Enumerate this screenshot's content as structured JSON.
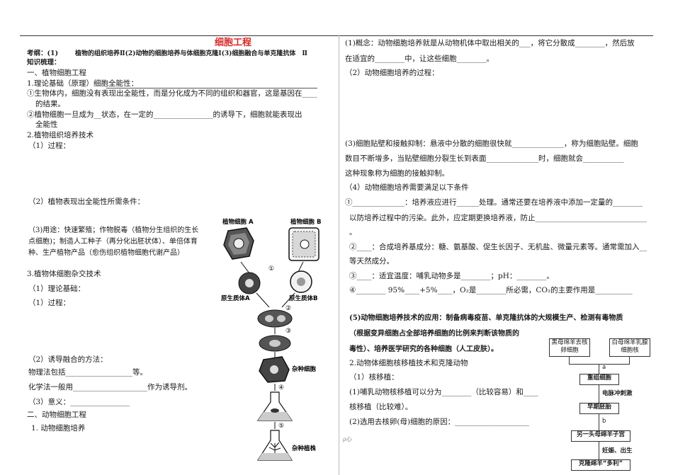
{
  "title": "细胞工程",
  "header": {
    "exam_label": "考纲：(1)",
    "exam_text": "植物的组织培养Ⅱ(2)动物的细胞培养与体细胞克隆Ⅰ(3)细胞融合与单克隆抗体　Ⅱ",
    "sort_label": "知识梳理："
  },
  "left": {
    "sec1": "一、植物细胞工程",
    "s1_1": "1.理论基础（原理）细胞全能性：",
    "s1_1a": "①生物体内，细胞没有表现出全能性，而是分化成为不同的组织和器官，这是基因在____",
    "s1_1a2": "的结果。",
    "s1_1b": "②植物细胞一旦成为__状态，在一定的________________的诱导下，细胞就能表现出",
    "s1_1b2": "全能性",
    "s1_2": "2.植物组织培养技术",
    "s1_2_1": "（1）过程：",
    "s1_2_2": "（2）植物表现出全能性所需条件：",
    "s1_2_3a": "（3)用途：快速繁殖；作物脱毒（植物分生组织的生长",
    "s1_2_3b": "点细胞)；制造人工种子（再分化出胚状体）、单倍体育",
    "s1_2_3c": "种、生产植物产品（愈伤组织植物细胞代谢产品）",
    "s1_3": "3.植物体细胞杂交技术",
    "s1_3_1": "（1）理论基础：",
    "s1_3_1b": "（1）过程：",
    "s1_3_2": "（2）诱导融合的方法：",
    "s1_3_2a": "物理法包括__________________等。",
    "s1_3_2b": "化学法一般用____________________作为诱导剂。",
    "s1_3_3": "（3）意义：________________",
    "sec2": "二、动物细胞工程",
    "s2_1": "1. 动物细胞培养"
  },
  "hybrid_diagram": {
    "cell_a": "植物细胞 A",
    "cell_b": "植物细胞 B",
    "step1": "①",
    "proto_a": "原生质体A",
    "proto_b": "原生质体B",
    "step2": "②",
    "step3": "③",
    "hybrid_cell": "杂种细胞",
    "step4": "④",
    "step5": "⑤",
    "hybrid_plant": "杂种植株"
  },
  "right": {
    "r1": "(1)概念：动物细胞培养就是从动物机体中取出相关的___，将它分散成________，然后放",
    "r1b": "在适宜的________中，让这些细胞________。",
    "r2": "（2）动物细胞培养的过程：",
    "r3": "(3)细胞贴壁和接触抑制：悬液中分散的细胞很快就______________，称为细胞贴壁。细胞",
    "r3b": "数目不断增多，当贴壁细胞分裂生长到表面______________时，细胞就会___________",
    "r3c": "这种现象称为细胞的接触抑制。",
    "r4": "（4）动物细胞培养需要满足以下条件",
    "r4_1": "①______________：培养液应进行______处理。通常还要在培养液中添加一定量的________",
    "r4_1b": "以防培养过程中的污染。此外，应定期更换培养液，防止______________________________",
    "r4_1c": "。",
    "r4_2": "②____：合成培养基成分：糖、氨基酸、促生长因子、无机盐、微量元素等。通常需加入__",
    "r4_2b": "等天然成分。",
    "r4_3": "③____：适宜温度：哺乳动物多是________；pH：________。",
    "r4_4": "④________ 95%____+5%____，O₂是________所必需，CO₂的主要作用是__________",
    "r5a": "(5)动物细胞培养技术的应用：制备病毒疫苗、单克隆抗体的大规模生产、检测有毒物质",
    "r5b": "（根据变异细胞占全部培养细胞的比例来判断该物质的",
    "r5c": "毒性）、培养医学研究的各种细胞（人工皮肤）。",
    "r6": "2.动物体细胞核移植技术和克隆动物",
    "r6_1": "（1）核移植：",
    "r6_1a": "(1)哺乳动物核移植可以分为________（比较容易）和____",
    "r6_1b": "核移植（比较难）。",
    "r6_2": "(2)选用去核卵(母)细胞的原因：____________________",
    "footer_mark": "ρ心"
  },
  "clone_diagram": {
    "box1": "黑母绵羊去核卵细胞",
    "box2": "白母绵羊乳腺细胞核",
    "label_a": "a",
    "box3": "重组细胞",
    "label_shock": "电脉冲刺激",
    "box4": "早期胚胎",
    "label_b": "b",
    "box5": "另一头母绵羊子宫",
    "label_preg": "妊娠、出生",
    "box6": "克隆绵羊“多利”"
  }
}
